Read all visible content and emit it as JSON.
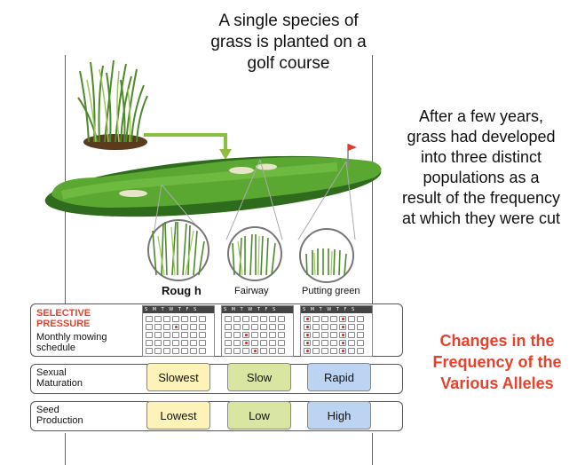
{
  "title": "A single species of grass is planted on a golf course",
  "explanation": "After a few years, grass had developed into three distinct populations as a result of the frequency at which they were cut",
  "conclusion": "Changes in the Frequency of the Various Alleles",
  "populations": [
    {
      "label": "Roug h"
    },
    {
      "label": "Fairway"
    },
    {
      "label": "Putting green"
    }
  ],
  "selective_pressure": {
    "heading": "SELECTIVE PRESSURE",
    "sub": "Monthly mowing schedule",
    "calendar_header": "S M T W T F S"
  },
  "traits": [
    {
      "label": "Sexual Maturation",
      "values": [
        "Slowest",
        "Slow",
        "Rapid"
      ]
    },
    {
      "label": "Seed Production",
      "values": [
        "Lowest",
        "Low",
        "High"
      ]
    }
  ],
  "colors": {
    "accent_red": "#e8412c",
    "yellow": "#fdf2b8",
    "green": "#d8e6a2",
    "blue": "#bcd4f2",
    "turf": "#3f8f2a"
  }
}
